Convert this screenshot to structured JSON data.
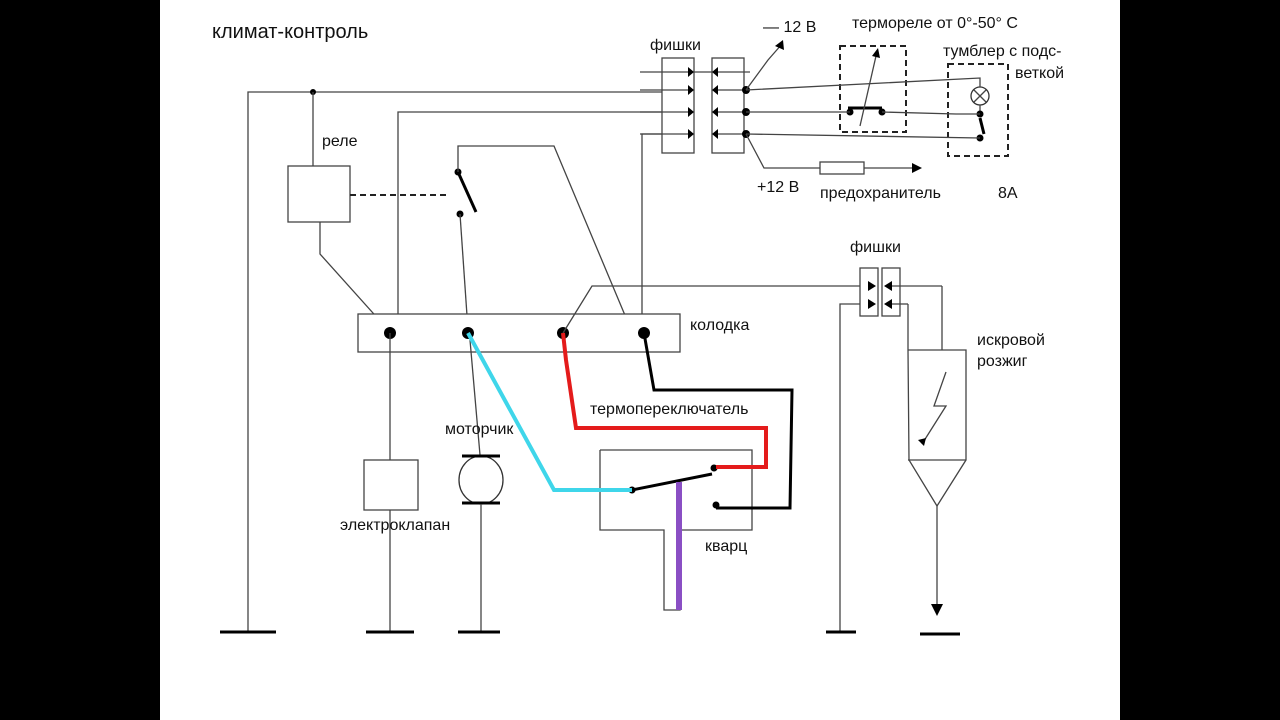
{
  "diagram": {
    "title": "климат-контроль",
    "labels": {
      "connectors_top": "фишки",
      "minus12": "— 12 В",
      "thermorelay": "термореле от 0°-50° С",
      "toggle_line1": "тумблер с подс-",
      "toggle_line2": "веткой",
      "plus12": "+12 В",
      "fuse": "предохранитель",
      "fuse_rating": "8А",
      "relay": "реле",
      "connectors_right": "фишки",
      "terminal_block": "колодка",
      "spark_line1": "искровой",
      "spark_line2": "розжиг",
      "thermoswitch": "термопереключатель",
      "motor": "моторчик",
      "valve": "электроклапан",
      "quartz": "кварц"
    },
    "colors": {
      "red_wire": "#e41b1b",
      "cyan_wire": "#3fd6ea",
      "purple_element": "#8a4fc4",
      "black_wire": "#000000"
    }
  }
}
